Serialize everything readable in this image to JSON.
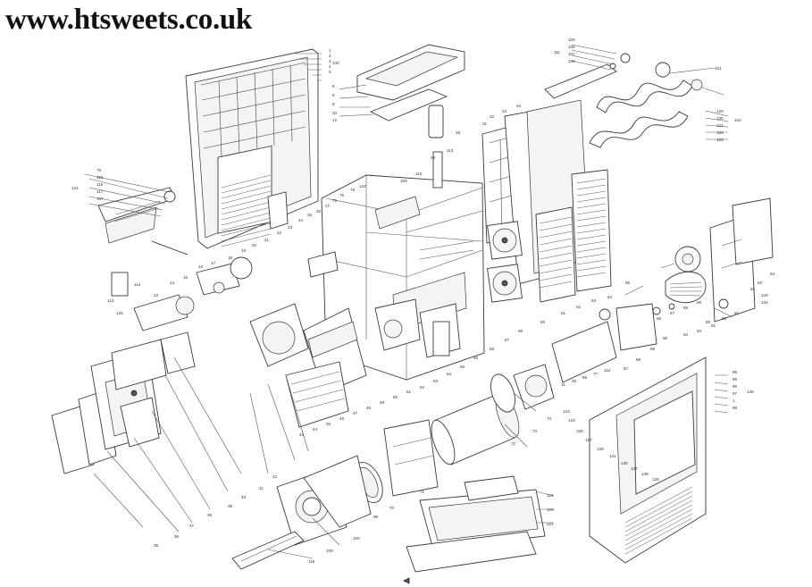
{
  "site": {
    "url": "www.htsweets.co.uk"
  },
  "diagram": {
    "part_labels": [
      "1",
      "2",
      "3",
      "4",
      "5",
      "6",
      "7",
      "8",
      "9",
      "10",
      "11",
      "12",
      "13",
      "14",
      "15",
      "16",
      "17",
      "18",
      "19",
      "20",
      "21",
      "22",
      "23",
      "24",
      "25",
      "26",
      "27",
      "28",
      "29",
      "30",
      "31",
      "32",
      "33",
      "34",
      "35",
      "36",
      "37",
      "38",
      "39",
      "40",
      "41",
      "42",
      "43",
      "44",
      "45",
      "46",
      "47",
      "48",
      "49",
      "50",
      "51",
      "52",
      "53",
      "54",
      "55",
      "56",
      "57",
      "58",
      "59",
      "60",
      "61",
      "62",
      "63",
      "64",
      "65",
      "66",
      "67",
      "68",
      "69",
      "70",
      "71",
      "72",
      "73",
      "74",
      "75",
      "76",
      "77",
      "78",
      "79",
      "80",
      "81",
      "82",
      "83",
      "84",
      "85",
      "86",
      "87",
      "88",
      "89",
      "90",
      "91",
      "92",
      "93",
      "94",
      "95",
      "96",
      "97",
      "98",
      "99",
      "100",
      "101",
      "102",
      "103",
      "104",
      "105",
      "106",
      "107",
      "108",
      "109",
      "110",
      "111",
      "112",
      "113",
      "114",
      "115",
      "116",
      "117",
      "118",
      "119",
      "120",
      "121",
      "122",
      "123",
      "124",
      "125",
      "126",
      "127",
      "128",
      "129",
      "130",
      "131",
      "132",
      "133",
      "134",
      "135",
      "136",
      "137",
      "138",
      "139",
      "140"
    ]
  }
}
